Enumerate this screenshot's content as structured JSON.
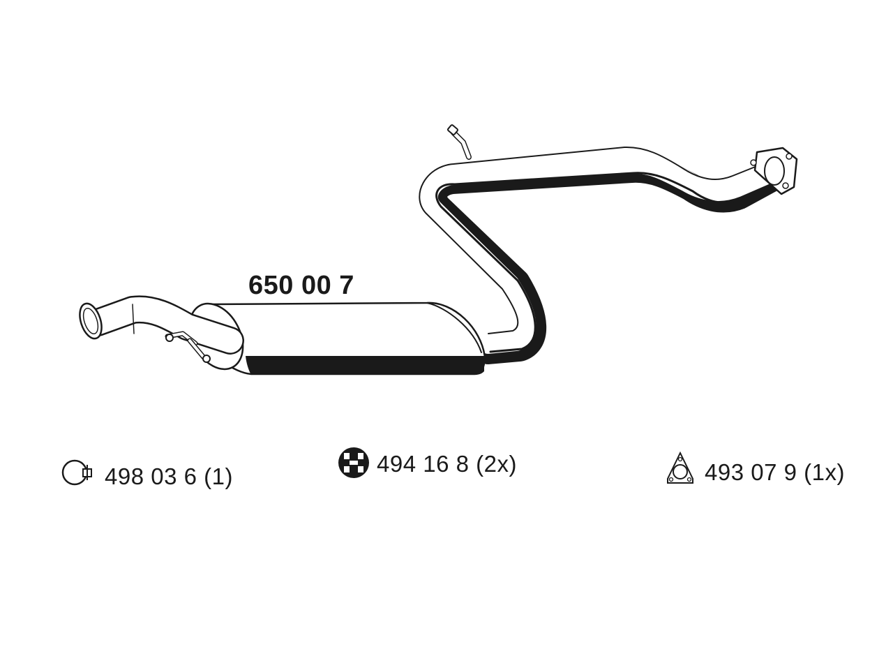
{
  "diagram": {
    "part_number": "650 00 7",
    "colors": {
      "stroke": "#1a1a1a",
      "fill": "#ffffff"
    }
  },
  "accessories": [
    {
      "icon": "clamp-icon",
      "label": "498 03 6 (1)"
    },
    {
      "icon": "rubber-hanger-icon",
      "label": "494 16 8 (2x)"
    },
    {
      "icon": "flange-gasket-icon",
      "label": "493 07 9 (1x)"
    }
  ]
}
